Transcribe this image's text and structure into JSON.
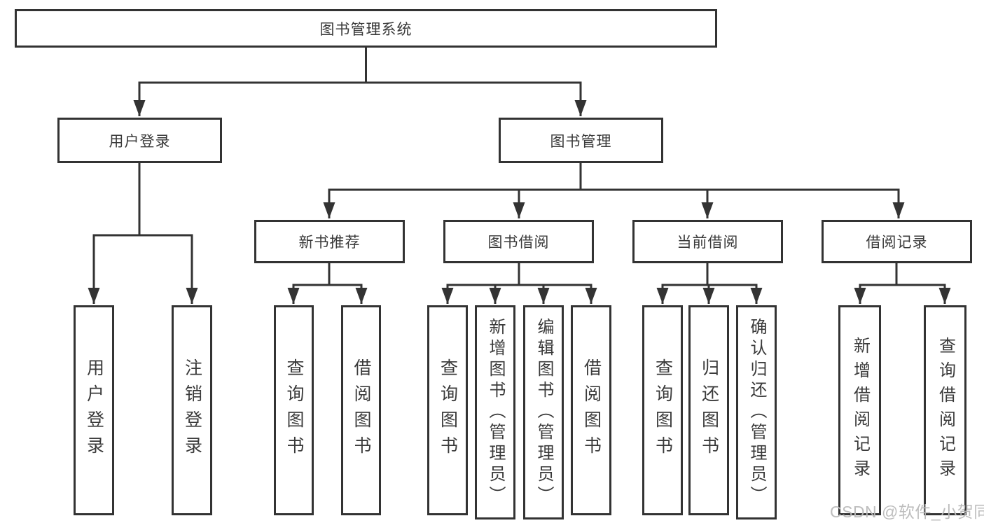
{
  "title": "图书管理系统",
  "watermark": "CSDN @软件_小贺同学",
  "colors": {
    "line": "#333333",
    "box_border": "#333333",
    "box_background": "#ffffff",
    "text": "#3a3a3a",
    "watermark": "#b9b9b9",
    "background": "#ffffff"
  },
  "nodes": {
    "root": {
      "label": "图书管理系统"
    },
    "level2": [
      {
        "label": "用户登录"
      },
      {
        "label": "图书管理"
      }
    ],
    "level3": [
      {
        "label": "新书推荐"
      },
      {
        "label": "图书借阅"
      },
      {
        "label": "当前借阅"
      },
      {
        "label": "借阅记录"
      }
    ],
    "leaves": {
      "user_login": [
        {
          "label": "用户登录"
        },
        {
          "label": "注销登录"
        }
      ],
      "new_books": [
        {
          "label": "查询图书"
        },
        {
          "label": "借阅图书"
        }
      ],
      "book_borrow": [
        {
          "label": "查询图书"
        },
        {
          "label": "新增图书（管理员）"
        },
        {
          "label": "编辑图书（管理员）"
        },
        {
          "label": "借阅图书"
        }
      ],
      "current_borrow": [
        {
          "label": "查询图书"
        },
        {
          "label": "归还图书"
        },
        {
          "label": "确认归还（管理员）"
        }
      ],
      "borrow_records": [
        {
          "label": "新增借阅记录"
        },
        {
          "label": "查询借阅记录"
        }
      ]
    }
  }
}
